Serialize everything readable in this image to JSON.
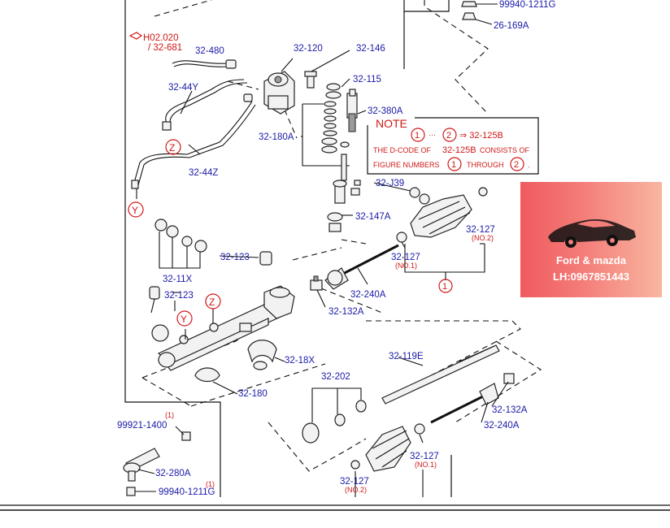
{
  "labels": {
    "p99940_top": "99940-1211G",
    "p26_169A": "26-169A",
    "ref_h02": "H02.020",
    "ref_32_681": "/ 32-681",
    "p32_480": "32-480",
    "p32_120": "32-120",
    "p32_146": "32-146",
    "p32_44Y": "32-44Y",
    "p32_115": "32-115",
    "p32_380A": "32-380A",
    "p32_180A": "32-180A",
    "p32_44Z": "32-44Z",
    "p32_J39": "32-J39",
    "p32_147A": "32-147A",
    "p32_127_no2": "32-127",
    "no2": "(NO.2)",
    "p32_127_no1": "32-127",
    "no1": "(NO.1)",
    "p32_123_a": "32-123",
    "p32_11X": "32-11X",
    "p32_123_b": "32-123",
    "p32_240A": "32-240A",
    "p32_132A": "32-132A",
    "p32_18X": "32-18X",
    "p32_119E": "32-119E",
    "p32_180": "32-180",
    "p32_202": "32-202",
    "p32_132A_b": "32-132A",
    "p32_240A_b": "32-240A",
    "qty1_a": "(1)",
    "p99921": "99921-1400",
    "p32_280A": "32-280A",
    "qty1_b": "(1)",
    "p99940_bottom": "99940-1211G",
    "p32_127_no1_b": "32-127",
    "no1_b": "(NO.1)",
    "p32_127_no2_b": "32-127",
    "no2_b": "(NO.2)"
  },
  "markers": {
    "z": "Z",
    "y": "Y",
    "one": "1",
    "two": "2"
  },
  "note": {
    "title": "NOTE",
    "range_sep": "···",
    "arrow_part": "⇒ 32-125B",
    "line2_a": "THE D-CODE OF",
    "line2_b": "32-125B",
    "line2_c": "CONSISTS OF",
    "line3_a": "FIGURE NUMBERS",
    "line3_b": "THROUGH",
    "line3_end": "."
  },
  "ad": {
    "title": "Ford & mazda",
    "phone": "LH:0967851443"
  },
  "colors": {
    "label_blue": "#1a1aa8",
    "marker_red": "#d01818",
    "ad_left": "#ef5a5e",
    "ad_right": "#f8b6a0"
  }
}
